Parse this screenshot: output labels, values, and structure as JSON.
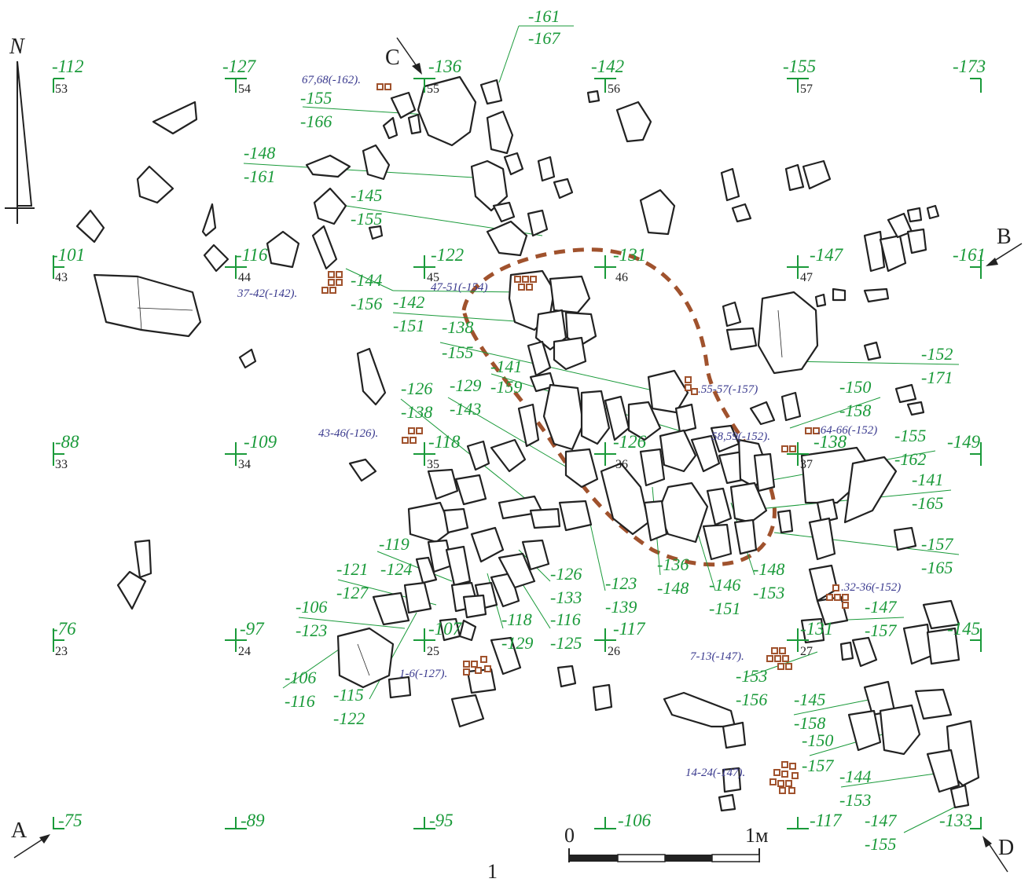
{
  "figure_number": "1",
  "north_label": "N",
  "directions": {
    "A": "A",
    "B": "B",
    "C": "C",
    "D": "D"
  },
  "scale": {
    "zero": "0",
    "one": "1м"
  },
  "grid": [
    {
      "id": "g53",
      "depth": "-112",
      "num": "53"
    },
    {
      "id": "g54",
      "depth": "-127",
      "num": "54"
    },
    {
      "id": "g55",
      "depth": "-136",
      "num": "55"
    },
    {
      "id": "g56",
      "depth": "-142",
      "num": "56"
    },
    {
      "id": "g57",
      "depth": "-155",
      "num": "57"
    },
    {
      "id": "g58",
      "depth": "-173",
      "num": ""
    },
    {
      "id": "g43",
      "depth": "-101",
      "num": "43"
    },
    {
      "id": "g44",
      "depth": "-116",
      "num": "44"
    },
    {
      "id": "g45",
      "depth": "-122",
      "num": "45"
    },
    {
      "id": "g46",
      "depth": "-131",
      "num": "46"
    },
    {
      "id": "g47",
      "depth": "-147",
      "num": "47"
    },
    {
      "id": "g48",
      "depth": "-161",
      "num": ""
    },
    {
      "id": "g33",
      "depth": "-88",
      "num": "33"
    },
    {
      "id": "g34",
      "depth": "-109",
      "num": "34"
    },
    {
      "id": "g35",
      "depth": "-118",
      "num": "35"
    },
    {
      "id": "g36",
      "depth": "-126",
      "num": "36"
    },
    {
      "id": "g37",
      "depth": "-138",
      "num": "37"
    },
    {
      "id": "g38",
      "depth": "-149",
      "num": ""
    },
    {
      "id": "g23",
      "depth": "-76",
      "num": "23"
    },
    {
      "id": "g24",
      "depth": "-97",
      "num": "24"
    },
    {
      "id": "g25",
      "depth": "-107",
      "num": "25"
    },
    {
      "id": "g26",
      "depth": "-117",
      "num": "26"
    },
    {
      "id": "g27",
      "depth": "-131",
      "num": "27"
    },
    {
      "id": "g28",
      "depth": "-145",
      "num": ""
    },
    {
      "id": "g13",
      "depth": "-75",
      "num": ""
    },
    {
      "id": "g14",
      "depth": "-89",
      "num": ""
    },
    {
      "id": "g15",
      "depth": "-95",
      "num": ""
    },
    {
      "id": "g16",
      "depth": "-106",
      "num": ""
    },
    {
      "id": "g17",
      "depth": "-117",
      "num": ""
    },
    {
      "id": "g18",
      "depth": "-133",
      "num": ""
    }
  ],
  "depth_pairs": [
    {
      "top": "-161",
      "bottom": "-167"
    },
    {
      "top": "-155",
      "bottom": "-166"
    },
    {
      "top": "-148",
      "bottom": "-161"
    },
    {
      "top": "-145",
      "bottom": "-155"
    },
    {
      "top": "-144",
      "bottom": "-156"
    },
    {
      "top": "-142",
      "bottom": "-151"
    },
    {
      "top": "-138",
      "bottom": "-155"
    },
    {
      "top": "-141",
      "bottom": "-159"
    },
    {
      "top": "-129",
      "bottom": "-143"
    },
    {
      "top": "-126",
      "bottom": "-138"
    },
    {
      "top": "-152",
      "bottom": "-171"
    },
    {
      "top": "-150",
      "bottom": "-158"
    },
    {
      "top": "-155",
      "bottom": "-162"
    },
    {
      "top": "-141",
      "bottom": "-165"
    },
    {
      "top": "-157",
      "bottom": "-165"
    },
    {
      "top": "-136",
      "bottom": "-148"
    },
    {
      "top": "-146",
      "bottom": "-151"
    },
    {
      "top": "-148",
      "bottom": "-153"
    },
    {
      "top": "-123",
      "bottom": "-139"
    },
    {
      "top": "-126",
      "bottom": "-133"
    },
    {
      "top": "-118",
      "bottom": "-129"
    },
    {
      "top": "-116",
      "bottom": "-125"
    },
    {
      "top": "-119",
      "bottom": ""
    },
    {
      "top": "-121",
      "bottom": "-127"
    },
    {
      "top": "-124",
      "bottom": ""
    },
    {
      "top": "-106",
      "bottom": "-123"
    },
    {
      "top": "-106",
      "bottom": "-116"
    },
    {
      "top": "-115",
      "bottom": "-122"
    },
    {
      "top": "-147",
      "bottom": "-157"
    },
    {
      "top": "-153",
      "bottom": "-156"
    },
    {
      "top": "-145",
      "bottom": "-158"
    },
    {
      "top": "-150",
      "bottom": "-157"
    },
    {
      "top": "-144",
      "bottom": "-153"
    },
    {
      "top": "-147",
      "bottom": "-155"
    }
  ],
  "finds": [
    {
      "label": "67,68(-162)."
    },
    {
      "label": "37-42(-142)."
    },
    {
      "label": "47-51(-154)"
    },
    {
      "label": ".55-57(-157)"
    },
    {
      "label": "43-46(-126)."
    },
    {
      "label": "58,59(-152)."
    },
    {
      "label": ".64-66(-152)"
    },
    {
      "label": ".32-36(-152)"
    },
    {
      "label": "7-13(-147)."
    },
    {
      "label": "1-6(-127)."
    },
    {
      "label": "14-24(-147)."
    }
  ]
}
